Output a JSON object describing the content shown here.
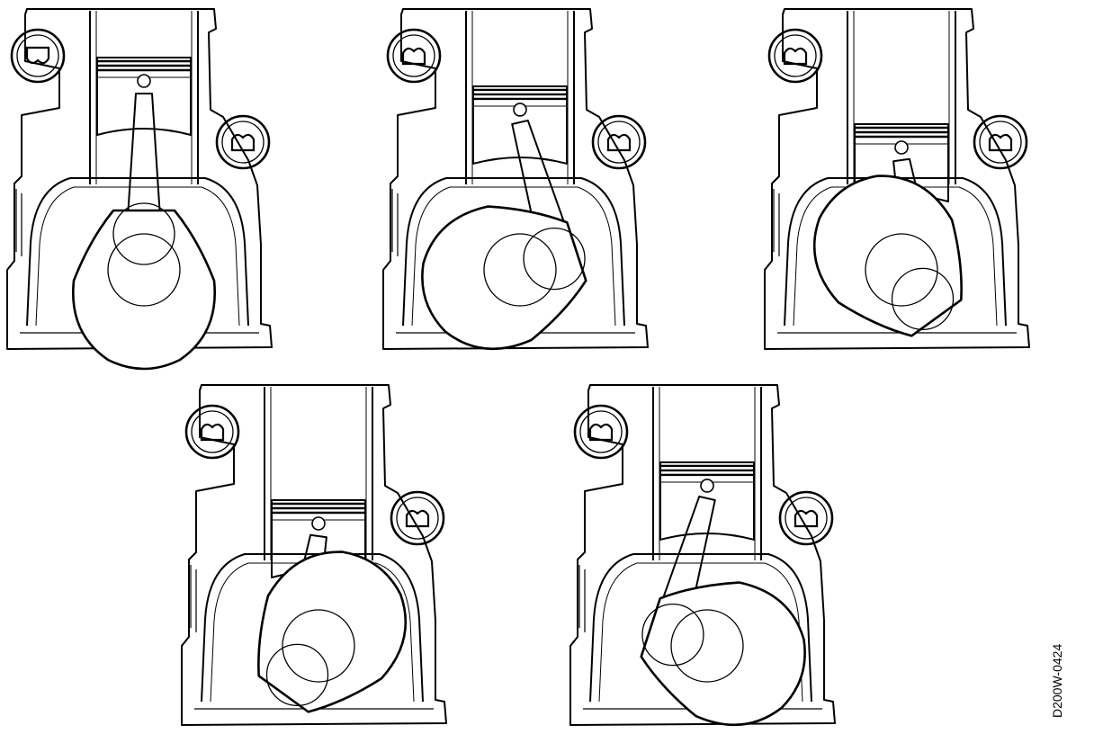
{
  "figure": {
    "reference_code": "D200W-0424",
    "ink_color": "#000000",
    "background_color": "#ffffff",
    "panels": [
      {
        "id": "panel-1",
        "crank_rotation_deg": 0
      },
      {
        "id": "panel-2",
        "crank_rotation_deg": 72
      },
      {
        "id": "panel-3",
        "crank_rotation_deg": 144
      },
      {
        "id": "panel-4",
        "crank_rotation_deg": 216
      },
      {
        "id": "panel-5",
        "crank_rotation_deg": 288
      }
    ]
  }
}
